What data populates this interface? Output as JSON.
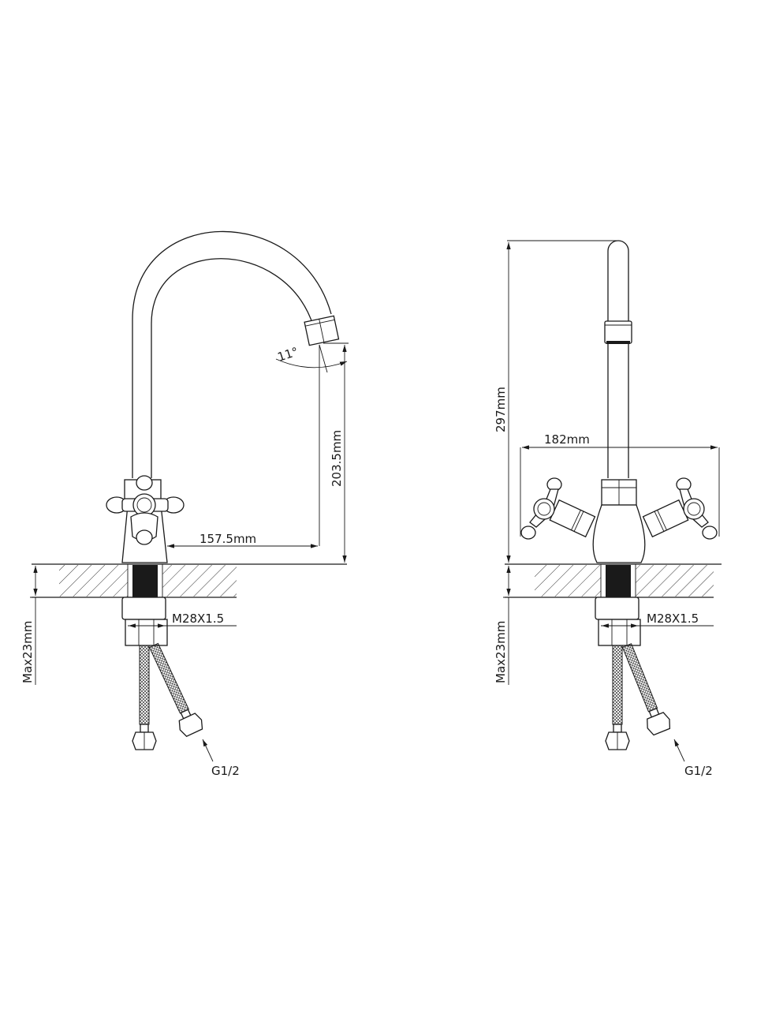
{
  "drawing": {
    "front_view": {
      "angle_label": "11°",
      "height_label": "203.5mm",
      "reach_label": "157.5mm",
      "thread_label": "M28X1.5",
      "max_thickness_label": "Max23mm",
      "hose_label": "G1/2"
    },
    "side_view": {
      "height_label": "297mm",
      "width_label": "182mm",
      "thread_label": "M28X1.5",
      "max_thickness_label": "Max23mm",
      "hose_label": "G1/2"
    },
    "colors": {
      "line": "#1a1a1a",
      "background": "#ffffff"
    }
  }
}
